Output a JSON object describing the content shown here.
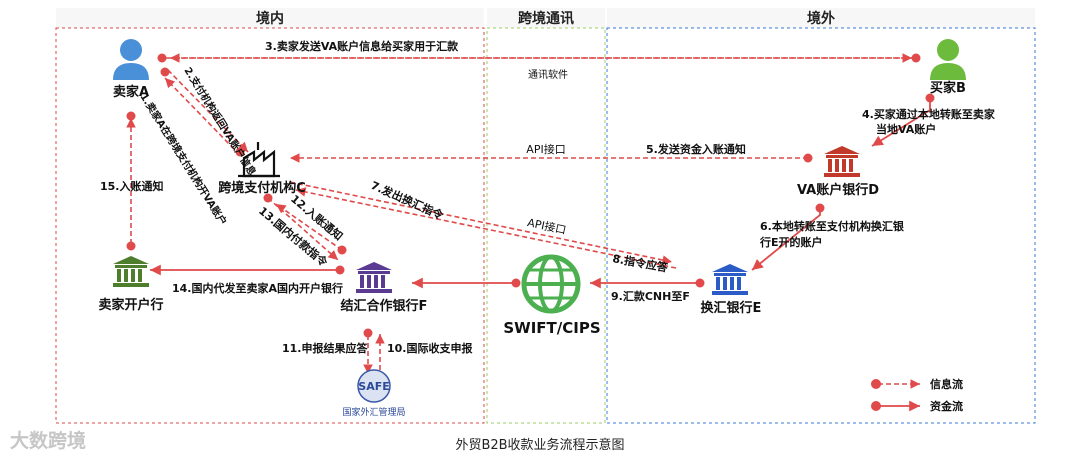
{
  "regions": {
    "domestic": "境内",
    "crossborder": "跨境通讯",
    "overseas": "境外"
  },
  "nodes": {
    "sellerA": "卖家A",
    "buyerB": "买家B",
    "paymentC": "跨境支付机构C",
    "vaBankD": "VA账户银行D",
    "sellerBank": "卖家开户行",
    "settleBankF": "结汇合作银行F",
    "swift": "SWIFT/CIPS",
    "fxBankE": "换汇银行E",
    "safe_logo_text": "SAFE",
    "safe_label": "国家外汇管理局"
  },
  "labels": {
    "comm_software": "通讯软件",
    "api1": "API接口",
    "api2": "API接口"
  },
  "steps": {
    "s1": "1.卖家A在跨境支付机构开VA账户",
    "s2": "2.支付机构返回VA账户信息",
    "s3": "3.卖家发送VA账户信息给买家用于汇款",
    "s4a": "4.买家通过本地转账至卖家",
    "s4b": "当地VA账户",
    "s5": "5.发送资金入账通知",
    "s6a": "6.本地转账至支付机构换汇银",
    "s6b": "行E开的账户",
    "s7": "7.发出换汇指令",
    "s8": "8.指令应答",
    "s9": "9.汇款CNH至F",
    "s10": "10.国际收支申报",
    "s11": "11.申报结果应答",
    "s12": "12.入账通知",
    "s13": "13.国内付款指令",
    "s14": "14.国内代发至卖家A国内开户银行",
    "s15": "15.入账通知"
  },
  "legend": {
    "info": "信息流",
    "fund": "资金流"
  },
  "caption": "外贸B2B收款业务流程示意图",
  "watermark": "大数跨境",
  "colors": {
    "arrow": "#e04a4a",
    "domestic_border": "#d94a4a",
    "cross_border": "#9ccc65",
    "overseas_border": "#3a78d8",
    "person_blue": "#4a90d9",
    "person_green": "#6dbb3c",
    "bank_red": "#c0392b",
    "bank_green": "#4e7d2b",
    "bank_purple": "#5b3a91",
    "bank_blue": "#2a5bc7",
    "globe_green": "#4caf50"
  }
}
